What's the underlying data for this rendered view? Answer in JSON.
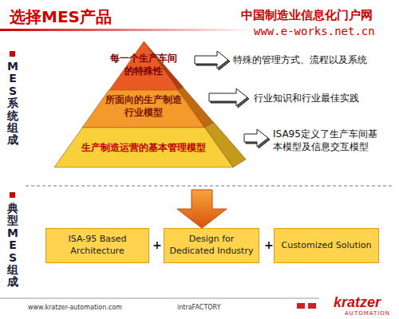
{
  "diagram": {
    "title": "选择MES产品",
    "nodes": [
      {
        "text": [
          "每一个生产车间的特殊性"
        ]
      },
      {
        "text": [
          "所面向的生产制造行业模型"
        ]
      },
      {
        "text": [
          "生产制造运营的基本管理模型"
        ]
      },
      {
        "text": [
          "ISA-95 Based Architecture"
        ]
      },
      {
        "text": [
          "Design for Dedicated Industry"
        ]
      },
      {
        "text": [
          "Customized Solution"
        ]
      }
    ],
    "labels": [
      "中国制造业信息化门户网",
      "www.e-works.net.cn",
      "MES系统组成",
      "典型MES组成",
      "特殊的管理方式、流程以及系统",
      "行业知识和行业最佳实践",
      "ISA95定义了生产车间基本模型及信息交互模型",
      "+",
      "+",
      "www.kratzer-automation.com",
      "intraFACTORY",
      "kratzer",
      "AUTOMATION"
    ]
  }
}
